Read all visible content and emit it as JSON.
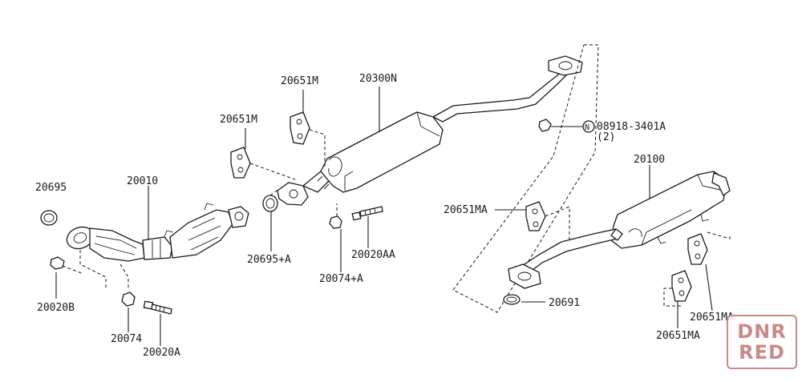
{
  "labels": {
    "p20651M_a": "20651M",
    "p20651M_b": "20651M",
    "p20300N": "20300N",
    "p20695": "20695",
    "p20010": "20010",
    "p20695A": "20695+A",
    "p20074A": "20074+A",
    "p20020AA": "20020AA",
    "p20020B": "20020B",
    "p20074": "20074",
    "p20020A": "20020A",
    "bolt_code": "08918-3401A",
    "bolt_qty": "(2)",
    "bolt_symbol": "N",
    "p20100": "20100",
    "p20651MA_a": "20651MA",
    "p20651MA_b": "20651MA",
    "p20651MA_c": "20651MA",
    "p20691": "20691"
  },
  "watermark": {
    "line1": "DNR",
    "line2": "RED",
    "color": "#c98a8a"
  }
}
